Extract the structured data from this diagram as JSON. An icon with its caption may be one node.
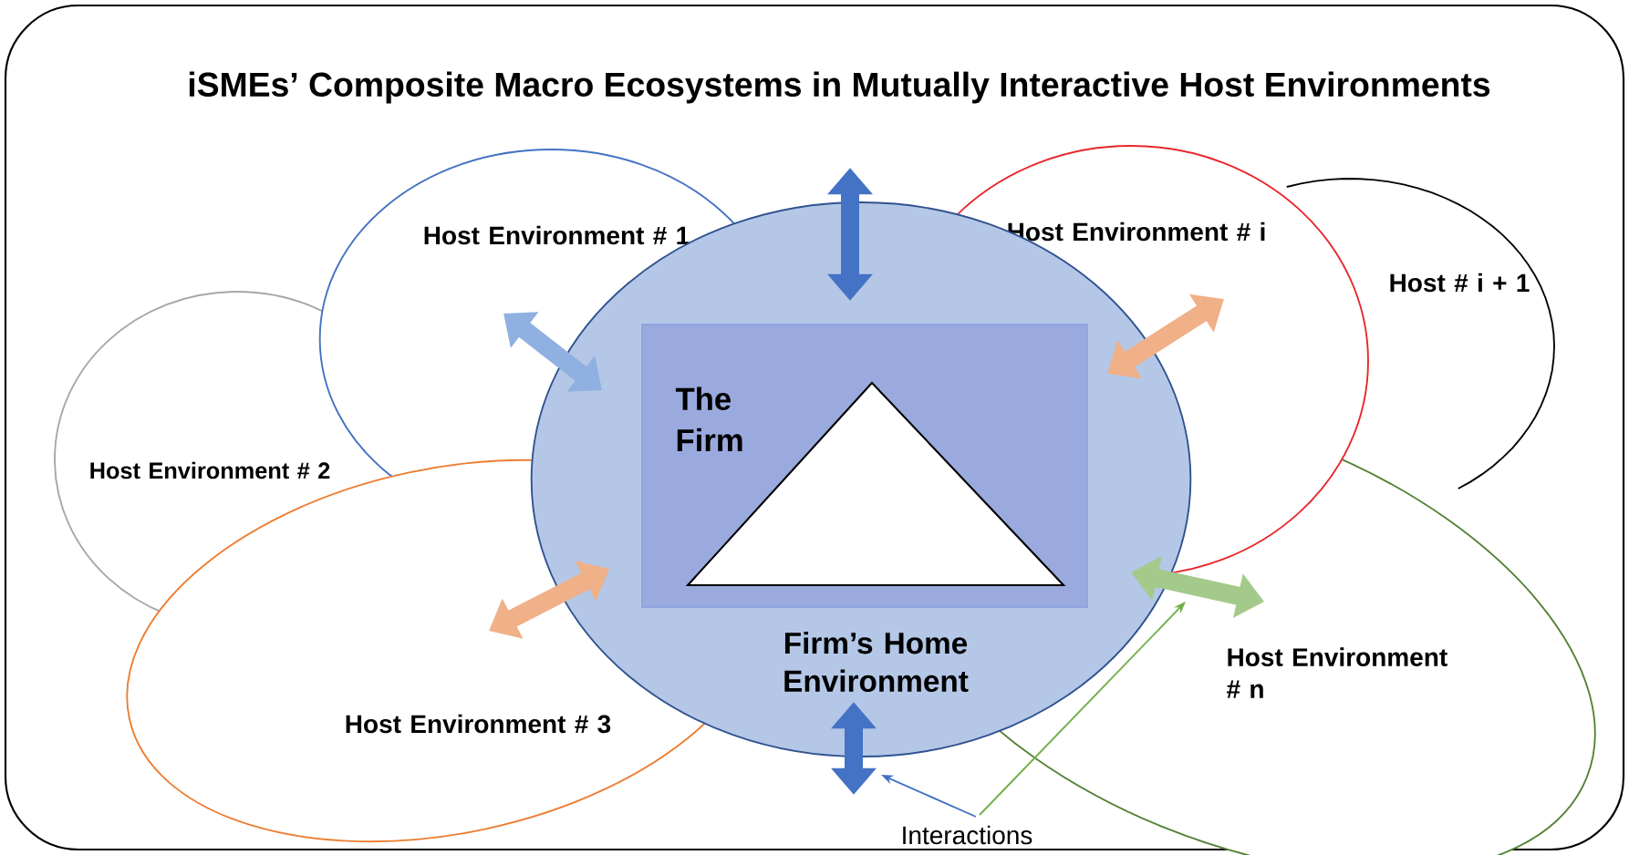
{
  "diagram": {
    "title": "iSMEs’ Composite Macro Ecosystems in Mutually Interactive Host Environments",
    "nodes": [
      {
        "text": [
          "Host Environment # 2"
        ]
      },
      {
        "text": [
          "Host Environment # 1"
        ]
      },
      {
        "text": [
          "Host # i + 1"
        ]
      },
      {
        "text": [
          "Host Environment  # i"
        ]
      },
      {
        "text": [
          "Host Environment  # 3"
        ]
      },
      {
        "text": [
          "Host Environment  # n"
        ]
      },
      {
        "text": [
          "Firm’s Home Environment"
        ]
      },
      {
        "text": [
          "The Firm"
        ],
        "in": 6
      },
      {
        "text": [],
        "shape": "triangle",
        "in": 7
      },
      {
        "text": [
          "Interactions"
        ]
      }
    ],
    "edges": [
      {
        "from": 1,
        "to": 6,
        "arrow": "both",
        "color": "#8fb0e0"
      },
      {
        "from": 6,
        "to": null,
        "arrow": "both",
        "color": "#4472c4"
      },
      {
        "from": 6,
        "to": 3,
        "arrow": "both",
        "color": "#f0b088"
      },
      {
        "from": 4,
        "to": 6,
        "arrow": "both",
        "color": "#f0b088"
      },
      {
        "from": 6,
        "to": 5,
        "arrow": "both",
        "color": "#a3ca8a"
      },
      {
        "from": 6,
        "to": null,
        "arrow": "both",
        "color": "#4472c4"
      },
      {
        "from": 9,
        "to": 6,
        "arrow": "to",
        "color": "#4472c4"
      },
      {
        "from": 9,
        "to": 5,
        "arrow": "to",
        "color": "#70ad47"
      }
    ]
  }
}
